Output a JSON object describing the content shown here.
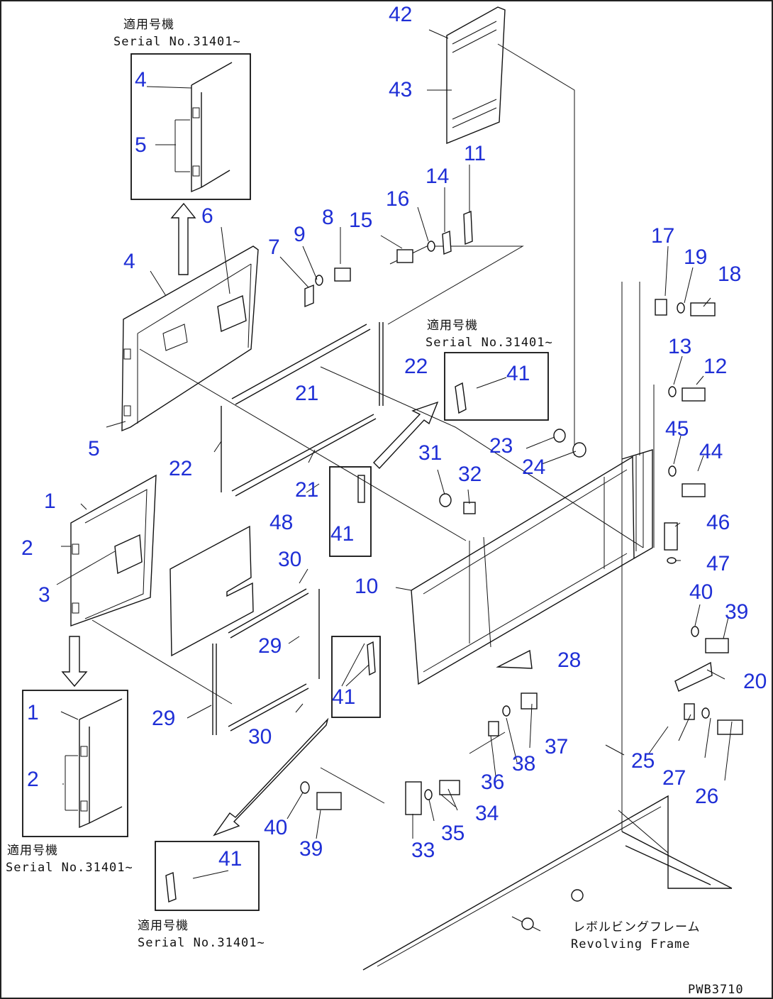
{
  "notes": {
    "serial_a_jp": "適用号機",
    "serial_a_en": "Serial No.31401~",
    "serial_b_jp": "適用号機",
    "serial_b_en": "Serial No.31401~",
    "serial_c_jp": "適用号機",
    "serial_c_en": "Serial No.31401~",
    "serial_d_jp": "適用号機",
    "serial_d_en": "Serial No.31401~",
    "frame_jp": "レボルビングフレーム",
    "frame_en": "Revolving Frame",
    "drawing_code": "PWB3710"
  },
  "part_labels": [
    "42",
    "43",
    "11",
    "14",
    "16",
    "15",
    "8",
    "9",
    "7",
    "6",
    "4",
    "5",
    "4",
    "5",
    "17",
    "19",
    "18",
    "13",
    "12",
    "41",
    "22",
    "21",
    "21",
    "22",
    "1",
    "2",
    "3",
    "45",
    "44",
    "23",
    "24",
    "31",
    "32",
    "41",
    "46",
    "47",
    "48",
    "30",
    "10",
    "40",
    "39",
    "29",
    "29",
    "30",
    "41",
    "28",
    "20",
    "1",
    "2",
    "37",
    "38",
    "36",
    "25",
    "27",
    "26",
    "34",
    "35",
    "33",
    "40",
    "39",
    "41"
  ],
  "colors": {
    "label_blue": "#1f2fd6",
    "line": "#111111"
  }
}
